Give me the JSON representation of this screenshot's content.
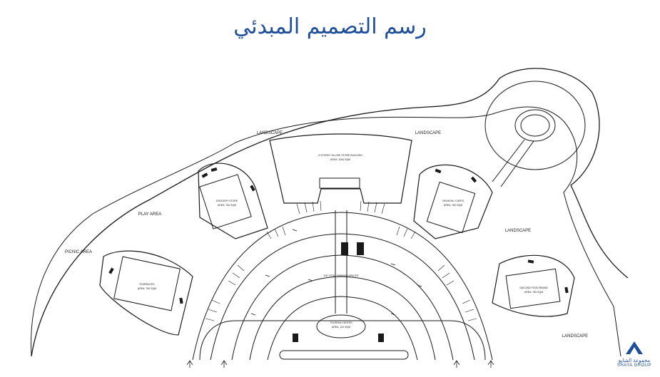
{
  "title": "رسم التصميم المبدئي",
  "plan": {
    "landscape_1": "LANDSCAPE",
    "landscape_2": "LANDSCAPE",
    "landscape_3": "LANDSCAPE",
    "landscape_4": "LANDSCAPE",
    "play_area": "PLAY AREA",
    "picnic_area": "PICNIC AREA",
    "main_building": "3-STOREY 3A LINE STORE BUILDING",
    "main_building_area": "AREA: 1000 SQM",
    "bldg_nw": "GROCERY STORE",
    "bldg_nw_area": "AREA: 760 SQM",
    "bldg_ne": "FASHION / CAFES",
    "bldg_ne_area": "AREA: 760 SQM",
    "bldg_w": "STARBUCKS",
    "bldg_w_area": "AREA: 760 SQM",
    "bldg_e": "GAS AND FOOD BRAND",
    "bldg_e_area": "AREA: 760 SQM",
    "parking": "105 TOTAL PARKING SPACES",
    "center": "TOURISM CENTER",
    "center_area": "AREA: 120 SQM"
  },
  "logo": {
    "arabic": "مجموعة الشايع",
    "english": "SHAYA GROUP"
  },
  "colors": {
    "title": "#1f4e9a",
    "linework": "#1a1a1a",
    "logo": "#1f4e9a"
  }
}
